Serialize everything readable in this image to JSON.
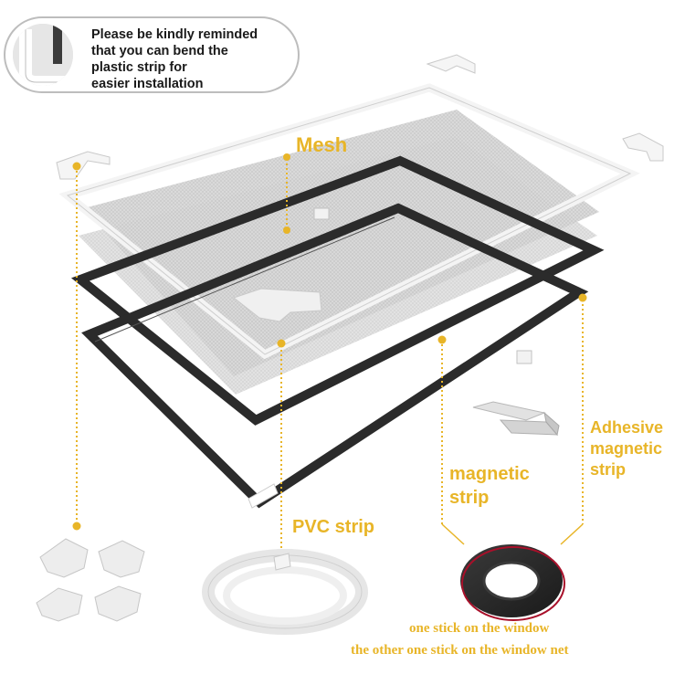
{
  "reminder": {
    "lines": [
      "Please be kindly reminded",
      "that you can bend the",
      "plastic strip for",
      "easier installation"
    ]
  },
  "labels": {
    "mesh": "Mesh",
    "adhesive_magnetic_strip": [
      "Adhesive",
      "magnetic",
      "strip"
    ],
    "magnetic_strip": [
      "magnetic",
      "strip"
    ],
    "pvc_strip": "PVC strip"
  },
  "footnotes": [
    "one stick on the window",
    "the other one stick on the window net"
  ],
  "colors": {
    "label_gold": "#e8b528",
    "magnetic_strip": "#2b2b2b",
    "mesh": "#d6d6d6",
    "pvc_frame": "#ffffff"
  }
}
